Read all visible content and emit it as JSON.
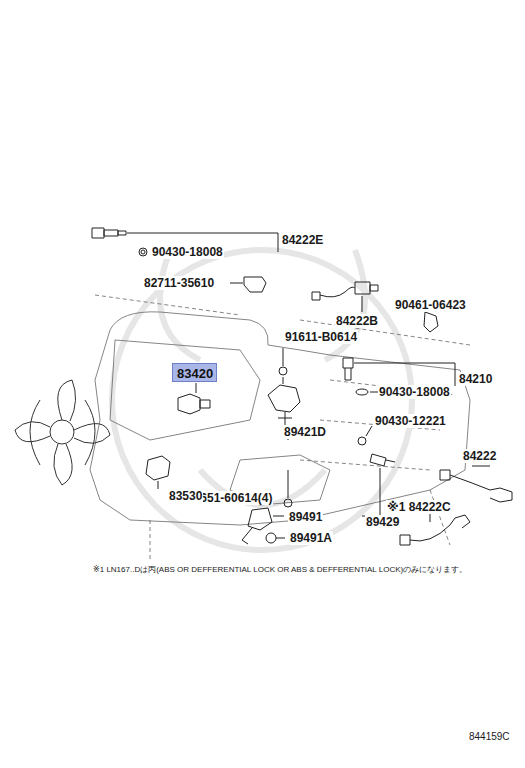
{
  "diagram": {
    "nodes": [
      {
        "text": [
          "83420"
        ]
      }
    ],
    "labels": [
      "84222E",
      "90430-18008",
      "82711-35610",
      "84222B",
      "90461-06423",
      "91611-B0614",
      "84210",
      "90430-18008",
      "90430-12221",
      "89421D",
      "91651-60614(4)",
      "84222",
      "※1 84222C",
      "89429",
      "83530",
      "89491",
      "89491A",
      "※1 LN167..Dは丙(ABS OR DEFFERENTIAL LOCK OR ABS & DEFFERENTIAL LOCK)のみになります。",
      "844159C"
    ]
  }
}
